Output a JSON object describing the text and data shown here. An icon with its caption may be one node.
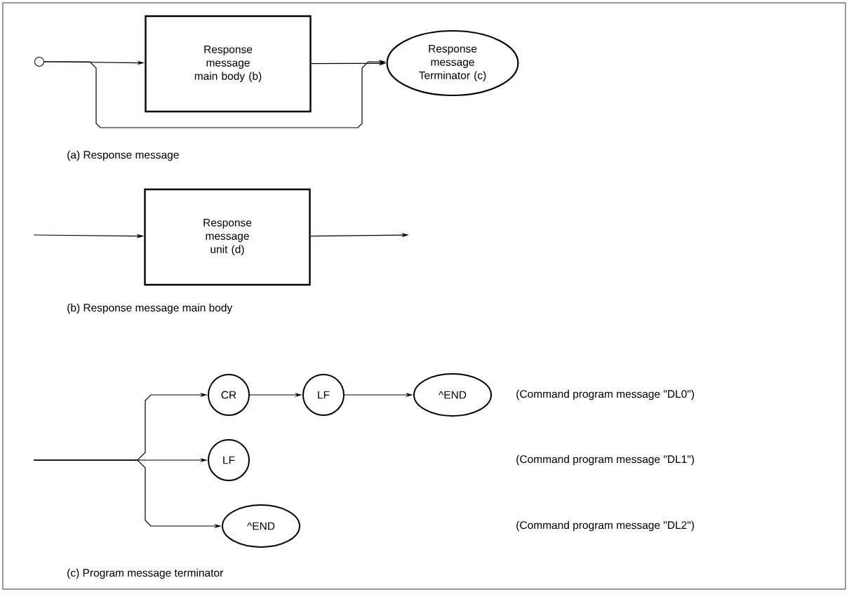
{
  "diagram": {
    "nodes": [
      {
        "text": [],
        "shape": "circle"
      },
      {
        "text": [
          "Response message main body (b)"
        ]
      },
      {
        "text": [
          "Response message Terminator (c)"
        ]
      },
      {
        "text": [
          "Response message unit (d)"
        ]
      },
      {
        "text": [
          "CR"
        ]
      },
      {
        "text": [
          "LF"
        ]
      },
      {
        "text": [
          "^END"
        ]
      },
      {
        "text": [
          "LF"
        ]
      },
      {
        "text": [
          "^END"
        ]
      }
    ],
    "edges": [
      {
        "from": 0,
        "to": 1,
        "arrow": "to"
      },
      {
        "from": 1,
        "to": 2,
        "arrow": "to"
      },
      {
        "from": 0,
        "to": 2,
        "arrow": "to"
      },
      {
        "from": null,
        "to": 3,
        "arrow": "to"
      },
      {
        "from": 3,
        "to": null,
        "arrow": "to"
      },
      {
        "from": null,
        "to": 4,
        "arrow": "to"
      },
      {
        "from": 4,
        "to": 5,
        "arrow": "to"
      },
      {
        "from": 5,
        "to": 6,
        "arrow": "to"
      },
      {
        "from": null,
        "to": 7,
        "arrow": "to"
      },
      {
        "from": null,
        "to": 8,
        "arrow": "to"
      }
    ],
    "labels": [
      "(a)  Response message",
      "(b)  Response message main body",
      "(Command program message \"DL0\")",
      "(Command program message \"DL1\")",
      "(Command program message \"DL2\")",
      "(c)  Program message terminator"
    ]
  }
}
